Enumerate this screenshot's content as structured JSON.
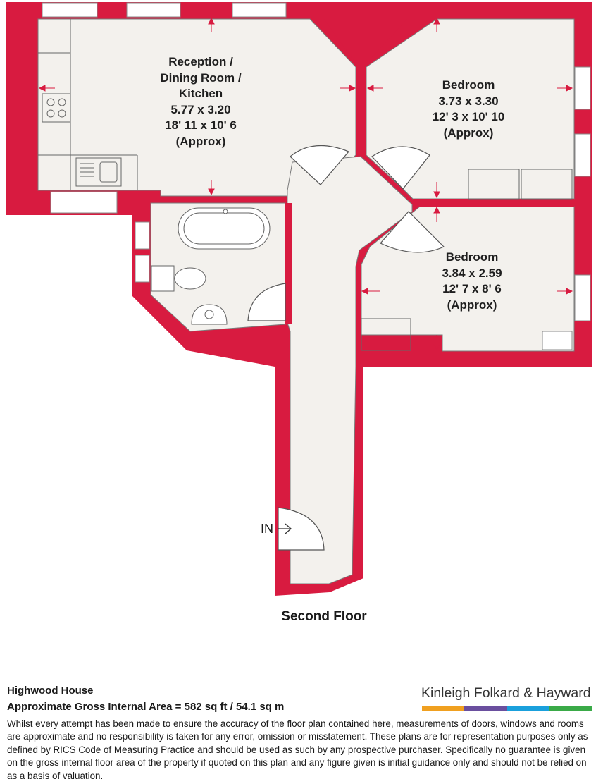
{
  "rooms": {
    "reception": {
      "name_lines": [
        "Reception /",
        "Dining Room /",
        "Kitchen"
      ],
      "metric": "5.77 x 3.20",
      "imperial": "18' 11 x 10' 6",
      "note": "(Approx)"
    },
    "bedroom_1": {
      "name_lines": [
        "Bedroom"
      ],
      "metric": "3.73 x 3.30",
      "imperial": "12' 3 x 10' 10",
      "note": "(Approx)"
    },
    "bedroom_2": {
      "name_lines": [
        "Bedroom"
      ],
      "metric": "3.84 x 2.59",
      "imperial": "12' 7 x 8' 6",
      "note": "(Approx)"
    }
  },
  "entrance_label": "IN",
  "floor_title": "Second Floor",
  "footer": {
    "property_name": "Highwood House",
    "gross_area": "Approximate Gross Internal Area = 582 sq ft / 54.1 sq m",
    "disclaimer": "Whilst every attempt has been made to ensure the accuracy of the floor plan contained here, measurements of doors, windows and rooms are approximate and no responsibility is taken for any error, omission or misstatement. These plans are for representation purposes only as defined by RICS Code of Measuring Practice and should be used as such by any prospective purchaser. Specifically no guarantee is given on the gross internal floor area of the property if quoted on this plan and any figure given is initial guidance only and should not be relied on as a basis of valuation."
  },
  "brand": {
    "name": "Kinleigh Folkard & Hayward",
    "bar_colors": [
      "#f0a020",
      "#6a4f9e",
      "#1aa0dc",
      "#3aaa48"
    ]
  },
  "colors": {
    "wall": "#d81b40",
    "floor": "#f3f1ed",
    "fixture_stroke": "#555555"
  }
}
